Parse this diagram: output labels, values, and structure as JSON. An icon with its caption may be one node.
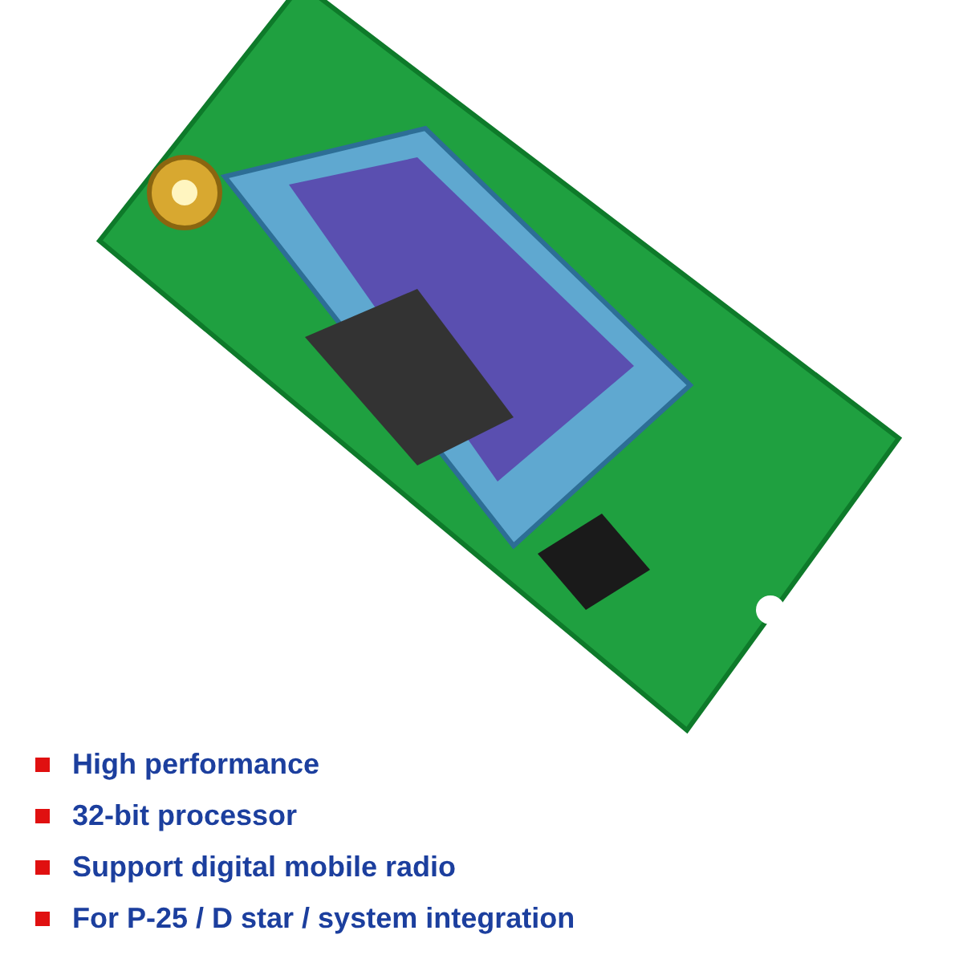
{
  "diagram": {
    "labels": [
      "High performance",
      "32-bit processor",
      "Support digital mobile radio",
      "For P-25 / D star / system integration"
    ]
  }
}
